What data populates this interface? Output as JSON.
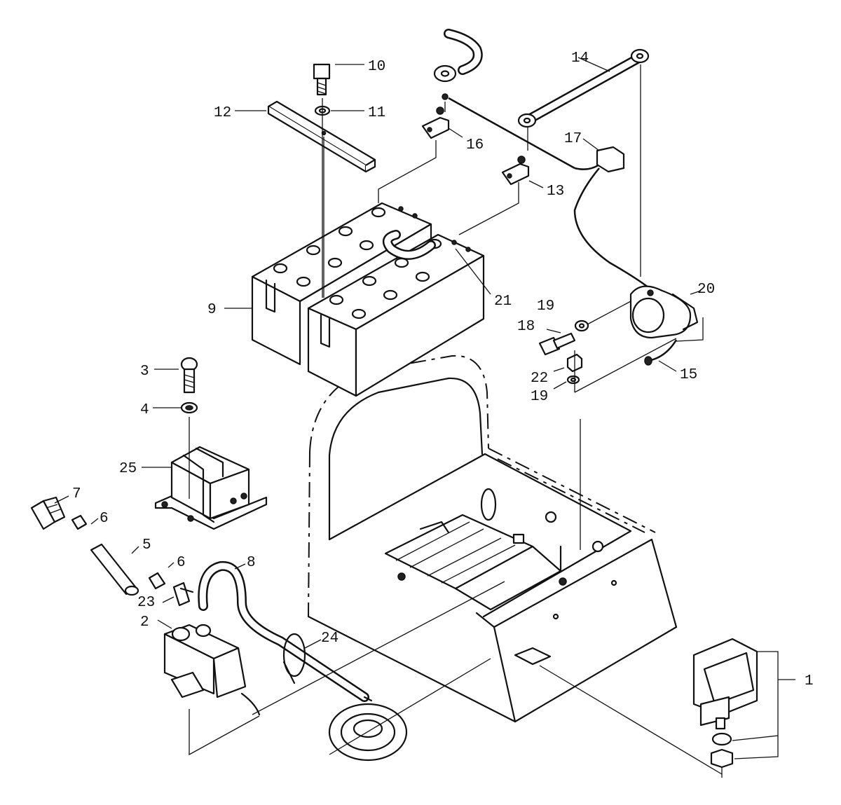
{
  "callouts": {
    "c1": "1",
    "c2": "2",
    "c3": "3",
    "c4": "4",
    "c5": "5",
    "c6a": "6",
    "c6b": "6",
    "c7": "7",
    "c8": "8",
    "c9": "9",
    "c10": "10",
    "c11": "11",
    "c12": "12",
    "c13": "13",
    "c14": "14",
    "c15": "15",
    "c16": "16",
    "c17": "17",
    "c18": "18",
    "c19a": "19",
    "c19b": "19",
    "c20": "20",
    "c21": "21",
    "c22": "22",
    "c23": "23",
    "c24": "24",
    "c25": "25"
  }
}
